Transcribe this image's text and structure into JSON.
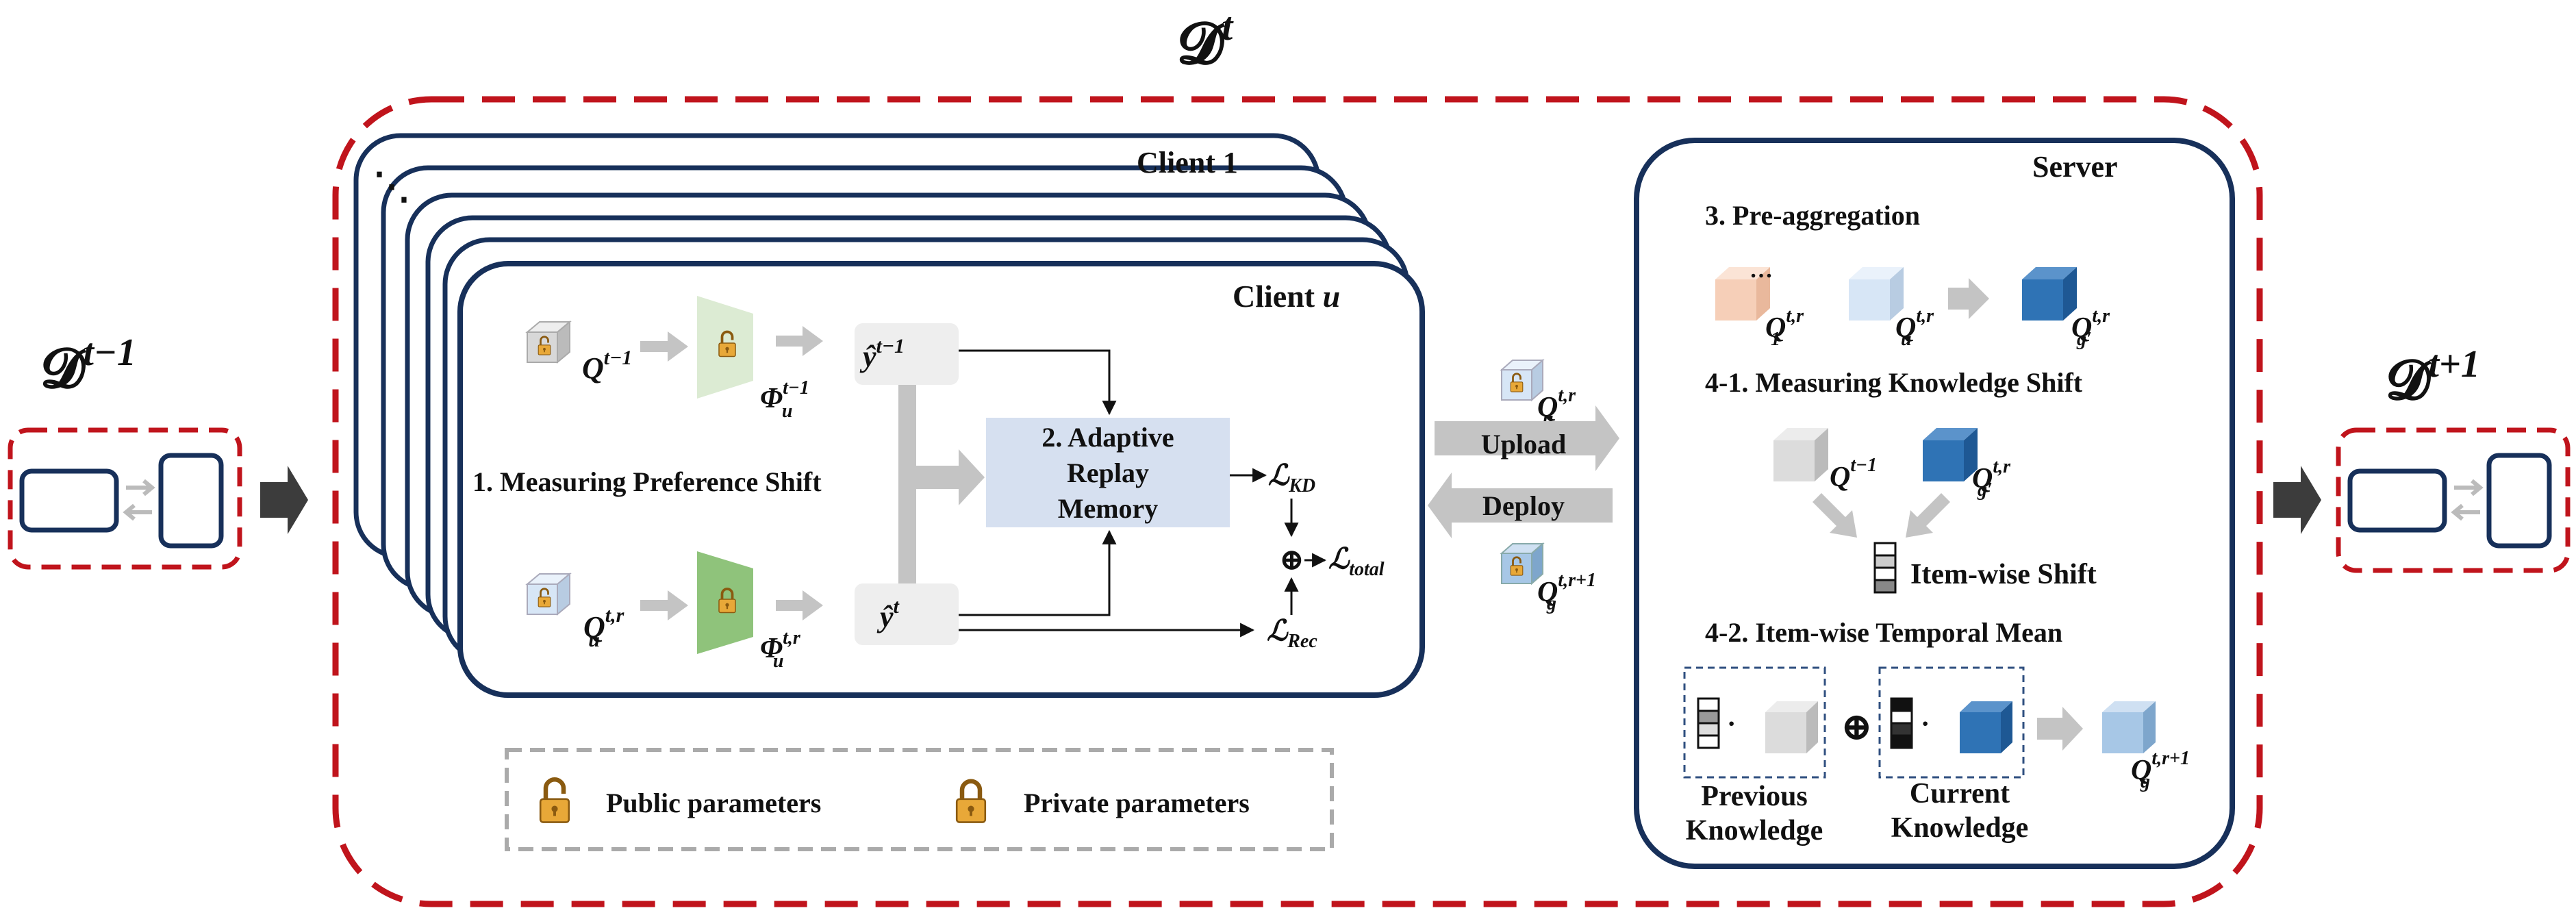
{
  "colors": {
    "dashed_red": "#c0141c",
    "navy": "#17305a",
    "arrow_gray": "#c4c4c4",
    "arrow_dark": "#3c3c3c",
    "memory_fill": "#d6e0f0",
    "encoder_public": "#dcebd3",
    "encoder_private": "#8fc37b",
    "cube_peach": "#f6cfb8",
    "cube_lightblue": "#d7e6f6",
    "cube_blue": "#2f73b5",
    "cube_midblue": "#a7c7e6",
    "cube_gray": "#dcdcdc",
    "lock_gold": "#e8a838"
  },
  "domains": {
    "current": {
      "base": "𝓓",
      "sup": "t"
    },
    "previous": {
      "base": "𝓓",
      "sup": "t−1"
    },
    "next": {
      "base": "𝓓",
      "sup": "t+1"
    }
  },
  "client": {
    "stack_title": "Client 1",
    "ellipsis": "⋱",
    "title_prefix": "Client",
    "title_var": "u",
    "step1": "1. Measuring Preference Shift",
    "step2_lines": [
      "2. Adaptive",
      "Replay",
      "Memory"
    ],
    "q_prev": {
      "base": "Q",
      "sup": "t−1"
    },
    "phi_prev": {
      "base": "Φ",
      "sub": "u",
      "sup": "t−1"
    },
    "y_prev": {
      "base": "ŷ",
      "sup": "t−1"
    },
    "q_cur": {
      "base": "Q",
      "sub": "u",
      "sup": "t,r"
    },
    "phi_cur": {
      "base": "Φ",
      "sub": "u",
      "sup": "t,r"
    },
    "y_cur": {
      "base": "ŷ",
      "sup": "t"
    },
    "loss_kd": {
      "base": "ℒ",
      "sub": "KD"
    },
    "loss_total": {
      "base": "ℒ",
      "sub": "total"
    },
    "loss_rec": {
      "base": "ℒ",
      "sub": "Rec"
    },
    "oplus": "⊕"
  },
  "legend": {
    "public": "Public parameters",
    "private": "Private parameters"
  },
  "comm": {
    "upload": "Upload",
    "deploy": "Deploy",
    "q_upload": {
      "base": "Q",
      "sub": "u",
      "sup": "t,r"
    },
    "q_deploy": {
      "base": "Q",
      "sub": "g",
      "sup": "t,r+1"
    }
  },
  "server": {
    "title": "Server",
    "step3": "3. Pre-aggregation",
    "step41": "4-1. Measuring Knowledge Shift",
    "step42": "4-2. Item-wise Temporal Mean",
    "ellipsis": "…",
    "q1": {
      "base": "Q",
      "sub": "1",
      "sup": "t,r"
    },
    "qu": {
      "base": "Q",
      "sub": "u",
      "sup": "t,r"
    },
    "qg": {
      "base": "Q",
      "sub": "g′",
      "sup": "t,r"
    },
    "q_prev": {
      "base": "Q",
      "sup": "t−1"
    },
    "qg2": {
      "base": "Q",
      "sub": "g′",
      "sup": "t,r"
    },
    "item_shift": "Item-wise Shift",
    "prev_knowledge": [
      "Previous",
      "Knowledge"
    ],
    "cur_knowledge": [
      "Current",
      "Knowledge"
    ],
    "dot": "·",
    "oplus": "⊕",
    "q_out": {
      "base": "Q",
      "sub": "g",
      "sup": "t,r+1"
    }
  }
}
